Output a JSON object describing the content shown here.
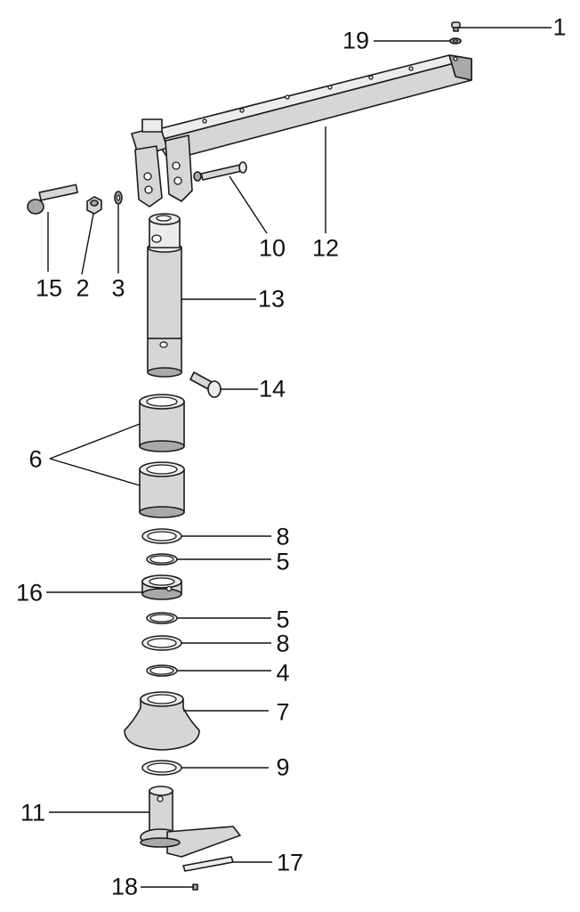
{
  "callouts": {
    "c1": "1",
    "c19": "19",
    "c10": "10",
    "c12": "12",
    "c15": "15",
    "c2": "2",
    "c3": "3",
    "c13": "13",
    "c14": "14",
    "c6": "6",
    "c8a": "8",
    "c5a": "5",
    "c16": "16",
    "c5b": "5",
    "c8b": "8",
    "c4": "4",
    "c7": "7",
    "c9": "9",
    "c11": "11",
    "c17": "17",
    "c18": "18"
  }
}
